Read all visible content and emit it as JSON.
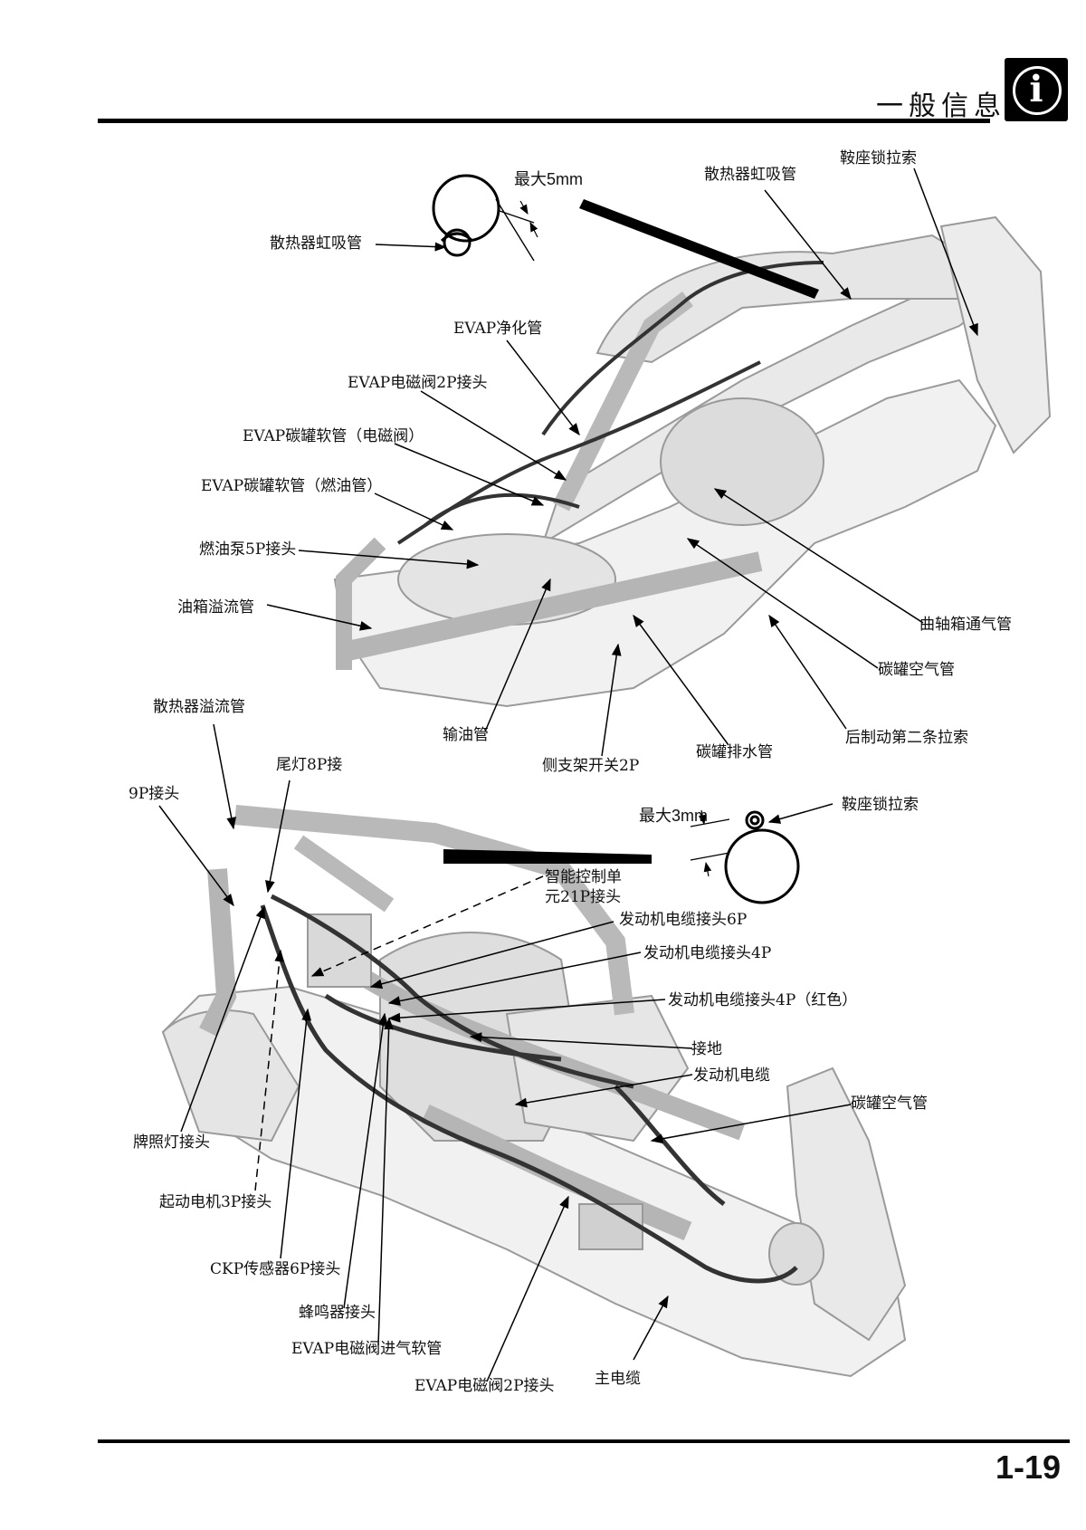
{
  "header": {
    "title": "一般信息",
    "icon": "info-icon",
    "icon_glyph": "i"
  },
  "page_number": "1-19",
  "figure_top": {
    "labels": {
      "radiator_siphon_inset": "散热器虹吸管",
      "max_5mm": "最大5mm",
      "radiator_siphon": "散热器虹吸管",
      "seat_lock_cable": "鞍座锁拉索",
      "evap_purge": "EVAP净化管",
      "evap_valve_2p": "EVAP电磁阀2P接头",
      "evap_canister_hose_valve": "EVAP碳罐软管（电磁阀）",
      "evap_canister_hose_fuel": "EVAP碳罐软管（燃油管）",
      "fuel_pump_5p": "燃油泵5P接头",
      "tank_overflow": "油箱溢流管",
      "fuel_line": "输油管",
      "side_stand_2p": "侧支架开关2P",
      "canister_drain": "碳罐排水管",
      "rear_brake_cable2": "后制动第二条拉索",
      "canister_air": "碳罐空气管",
      "crankcase_breather": "曲轴箱通气管"
    }
  },
  "figure_bottom": {
    "labels": {
      "radiator_overflow": "散热器溢流管",
      "tail_light_8p": "尾灯8P接",
      "conn_9p": "9P接头",
      "max_3mm": "最大3mm",
      "seat_lock_cable": "鞍座锁拉索",
      "scu_21p_line1": "智能控制单",
      "scu_21p_line2": "元21P接头",
      "engine_harness_6p": "发动机电缆接头6P",
      "engine_harness_4p": "发动机电缆接头4P",
      "engine_harness_4p_red": "发动机电缆接头4P（红色）",
      "ground": "接地",
      "engine_harness": "发动机电缆",
      "canister_air": "碳罐空气管",
      "license_light": "牌照灯接头",
      "starter_3p": "起动电机3P接头",
      "ckp_6p": "CKP传感器6P接头",
      "buzzer": "蜂鸣器接头",
      "evap_valve_inlet_hose": "EVAP电磁阀进气软管",
      "evap_valve_2p": "EVAP电磁阀2P接头",
      "main_harness": "主电缆"
    }
  }
}
